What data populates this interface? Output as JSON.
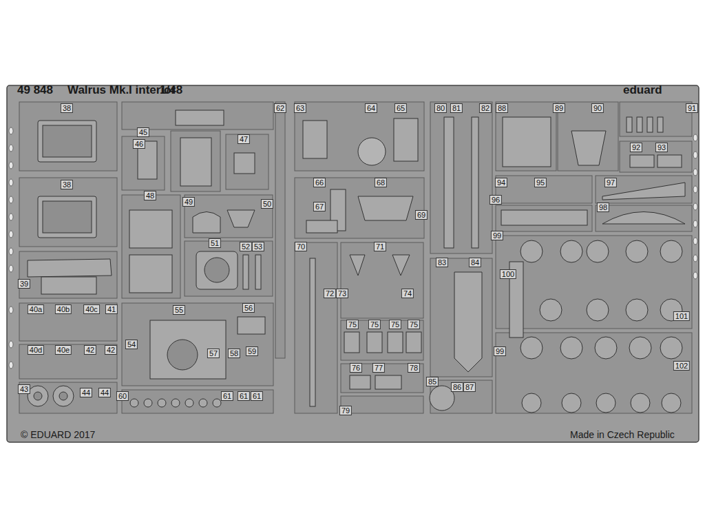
{
  "diagram": {
    "title": "Walrus Mk.I interior",
    "labels": [
      "49 848",
      "1/48",
      "eduard",
      "38",
      "38",
      "39",
      "40a",
      "40b",
      "40c",
      "41",
      "40d",
      "40e",
      "42",
      "42",
      "43",
      "44",
      "44",
      "45",
      "46",
      "47",
      "48",
      "49",
      "50",
      "51",
      "52",
      "53",
      "54",
      "55",
      "56",
      "57",
      "58",
      "59",
      "60",
      "61",
      "61",
      "61",
      "62",
      "63",
      "64",
      "65",
      "66",
      "67",
      "68",
      "69",
      "70",
      "71",
      "72",
      "73",
      "74",
      "75",
      "75",
      "75",
      "75",
      "76",
      "77",
      "78",
      "79",
      "80",
      "81",
      "82",
      "83",
      "84",
      "85",
      "86",
      "87",
      "88",
      "89",
      "90",
      "91",
      "92",
      "93",
      "94",
      "95",
      "96",
      "97",
      "98",
      "99",
      "99",
      "100",
      "101",
      "102",
      "© EDUARD 2017",
      "Made in Czech Republic"
    ]
  }
}
